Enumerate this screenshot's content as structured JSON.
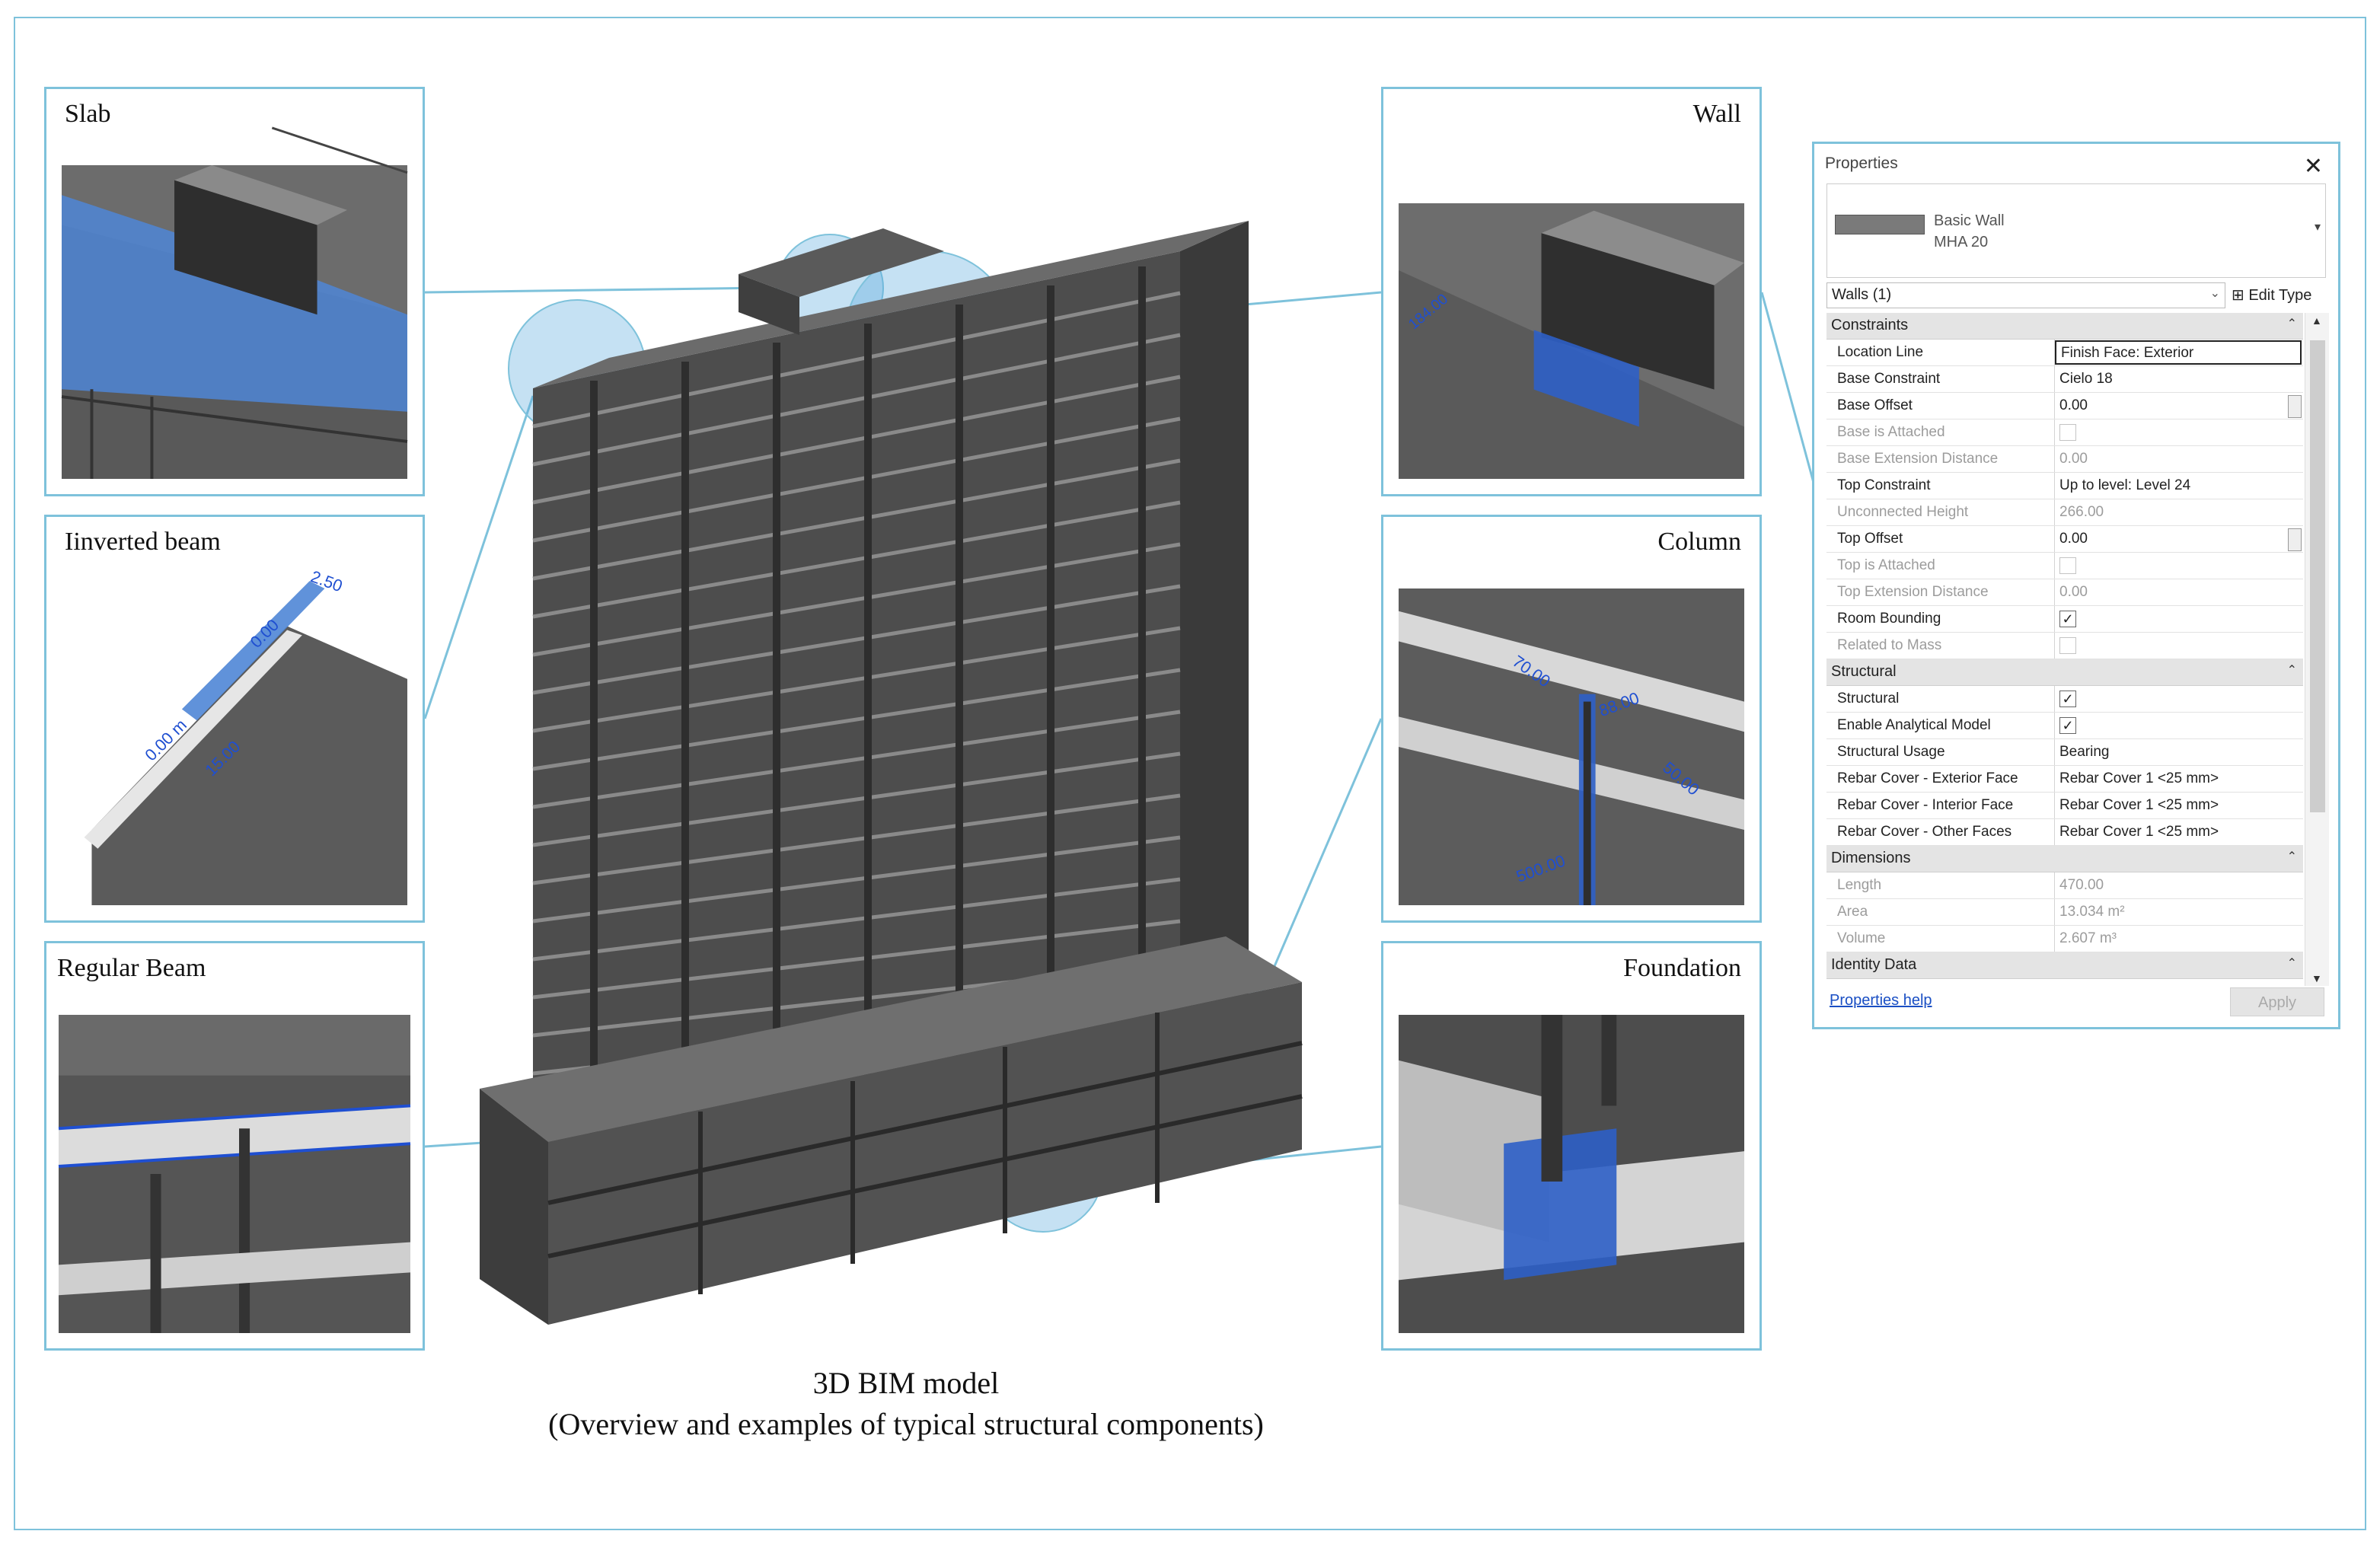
{
  "panels": {
    "slab": "Slab",
    "inverted_beam": "Iinverted beam",
    "regular_beam": "Regular Beam",
    "wall": "Wall",
    "column": "Column",
    "foundation": "Foundation"
  },
  "dimensions": {
    "inverted_beam": [
      "2.50",
      "0.00",
      "0.00 m",
      "15.00"
    ],
    "wall": "184.00",
    "column": [
      "70.00",
      "88.00",
      "50.00",
      "500.00"
    ]
  },
  "caption": {
    "line1": "3D BIM model",
    "line2": "(Overview and examples of typical structural components)"
  },
  "properties": {
    "title": "Properties",
    "close_icon": "close-icon",
    "type_family": "Basic Wall",
    "type_name": "MHA 20",
    "filter": "Walls (1)",
    "edit_type": "Edit Type",
    "sections": [
      {
        "name": "Constraints",
        "rows": [
          {
            "key": "Location Line",
            "value": "Finish Face: Exterior",
            "state": "edit"
          },
          {
            "key": "Base Constraint",
            "value": "Cielo 18",
            "state": "normal"
          },
          {
            "key": "Base Offset",
            "value": "0.00",
            "state": "number"
          },
          {
            "key": "Base is Attached",
            "value": "",
            "state": "disabled-check"
          },
          {
            "key": "Base Extension Distance",
            "value": "0.00",
            "state": "disabled"
          },
          {
            "key": "Top Constraint",
            "value": "Up to level: Level 24",
            "state": "normal"
          },
          {
            "key": "Unconnected Height",
            "value": "266.00",
            "state": "disabled"
          },
          {
            "key": "Top Offset",
            "value": "0.00",
            "state": "number"
          },
          {
            "key": "Top is Attached",
            "value": "",
            "state": "disabled-check"
          },
          {
            "key": "Top Extension Distance",
            "value": "0.00",
            "state": "disabled"
          },
          {
            "key": "Room Bounding",
            "value": "✓",
            "state": "check"
          },
          {
            "key": "Related to Mass",
            "value": "",
            "state": "disabled-check"
          }
        ]
      },
      {
        "name": "Structural",
        "rows": [
          {
            "key": "Structural",
            "value": "✓",
            "state": "check"
          },
          {
            "key": "Enable Analytical Model",
            "value": "✓",
            "state": "check"
          },
          {
            "key": "Structural Usage",
            "value": "Bearing",
            "state": "normal"
          },
          {
            "key": "Rebar Cover - Exterior Face",
            "value": "Rebar Cover 1 <25 mm>",
            "state": "normal"
          },
          {
            "key": "Rebar Cover - Interior Face",
            "value": "Rebar Cover 1 <25 mm>",
            "state": "normal"
          },
          {
            "key": "Rebar Cover - Other Faces",
            "value": "Rebar Cover 1 <25 mm>",
            "state": "normal"
          }
        ]
      },
      {
        "name": "Dimensions",
        "rows": [
          {
            "key": "Length",
            "value": "470.00",
            "state": "disabled"
          },
          {
            "key": "Area",
            "value": "13.034 m²",
            "state": "disabled"
          },
          {
            "key": "Volume",
            "value": "2.607 m³",
            "state": "disabled"
          }
        ]
      },
      {
        "name": "Identity Data",
        "rows": []
      }
    ],
    "help_link": "Properties help",
    "apply_button": "Apply"
  },
  "colors": {
    "callout": "#7ec2db",
    "highlight": "#3d7be0",
    "concrete": "#555555"
  }
}
